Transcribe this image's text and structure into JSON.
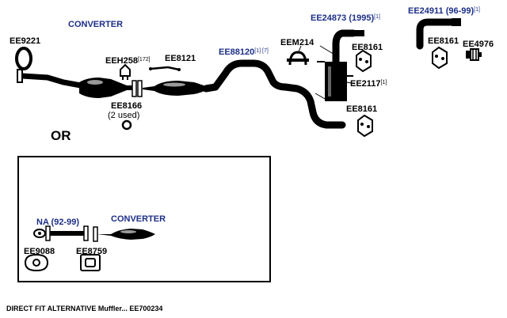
{
  "labels": {
    "converter_top": "CONVERTER",
    "ee9221": "EE9221",
    "eeh258": "EEH258",
    "eeh258_ref": "[172]",
    "ee8121": "EE8121",
    "ee8166": "EE8166",
    "ee8166_note": "(2 used)",
    "ee88120": "EE88120",
    "ee88120_ref": "[1] [7]",
    "eem214": "EEM214",
    "ee24873": "EE24873 (1995)",
    "ee24873_ref": "[1]",
    "ee8161_a": "EE8161",
    "ee2117": "EE2117",
    "ee2117_ref": "[1]",
    "ee8161_b": "EE8161",
    "ee24911": "EE24911 (96-99)",
    "ee24911_ref": "[1]",
    "ee8161_c": "EE8161",
    "ee4976": "EE4976",
    "or": "OR",
    "na": "NA (92-99)",
    "converter_alt": "CONVERTER",
    "ee9088": "EE9088",
    "ee8759": "EE8759",
    "caption": "DIRECT FIT ALTERNATIVE Muffler... EE700234"
  },
  "colors": {
    "label_blue": "#1c2f88",
    "label_black": "#000000",
    "part": "#000000"
  }
}
